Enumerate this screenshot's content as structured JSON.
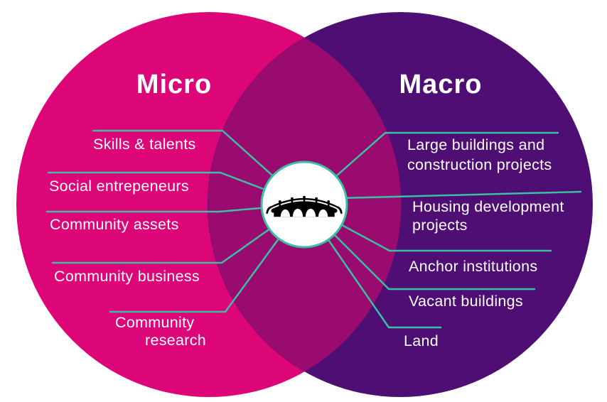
{
  "venn": {
    "left": {
      "title": "Micro",
      "items": [
        [
          "Skills & talents"
        ],
        [
          "Social entrepeneurs"
        ],
        [
          "Community assets"
        ],
        [
          "Community business"
        ],
        [
          "Community",
          "research"
        ]
      ]
    },
    "right": {
      "title": "Macro",
      "items": [
        [
          "Large buildings and",
          "construction projects"
        ],
        [
          "Housing development",
          "projects"
        ],
        [
          "Anchor institutions"
        ],
        [
          "Vacant buildings"
        ],
        [
          "Land"
        ]
      ]
    },
    "center_icon": "bridge",
    "colors": {
      "left_circle": "#DC0678",
      "right_circle": "#4F0E74",
      "overlap": "#990B6E",
      "connector": "#3BC0A4",
      "label_text": "#FFFFFF",
      "icon": "#000000",
      "background": "#FFFFFF"
    }
  }
}
